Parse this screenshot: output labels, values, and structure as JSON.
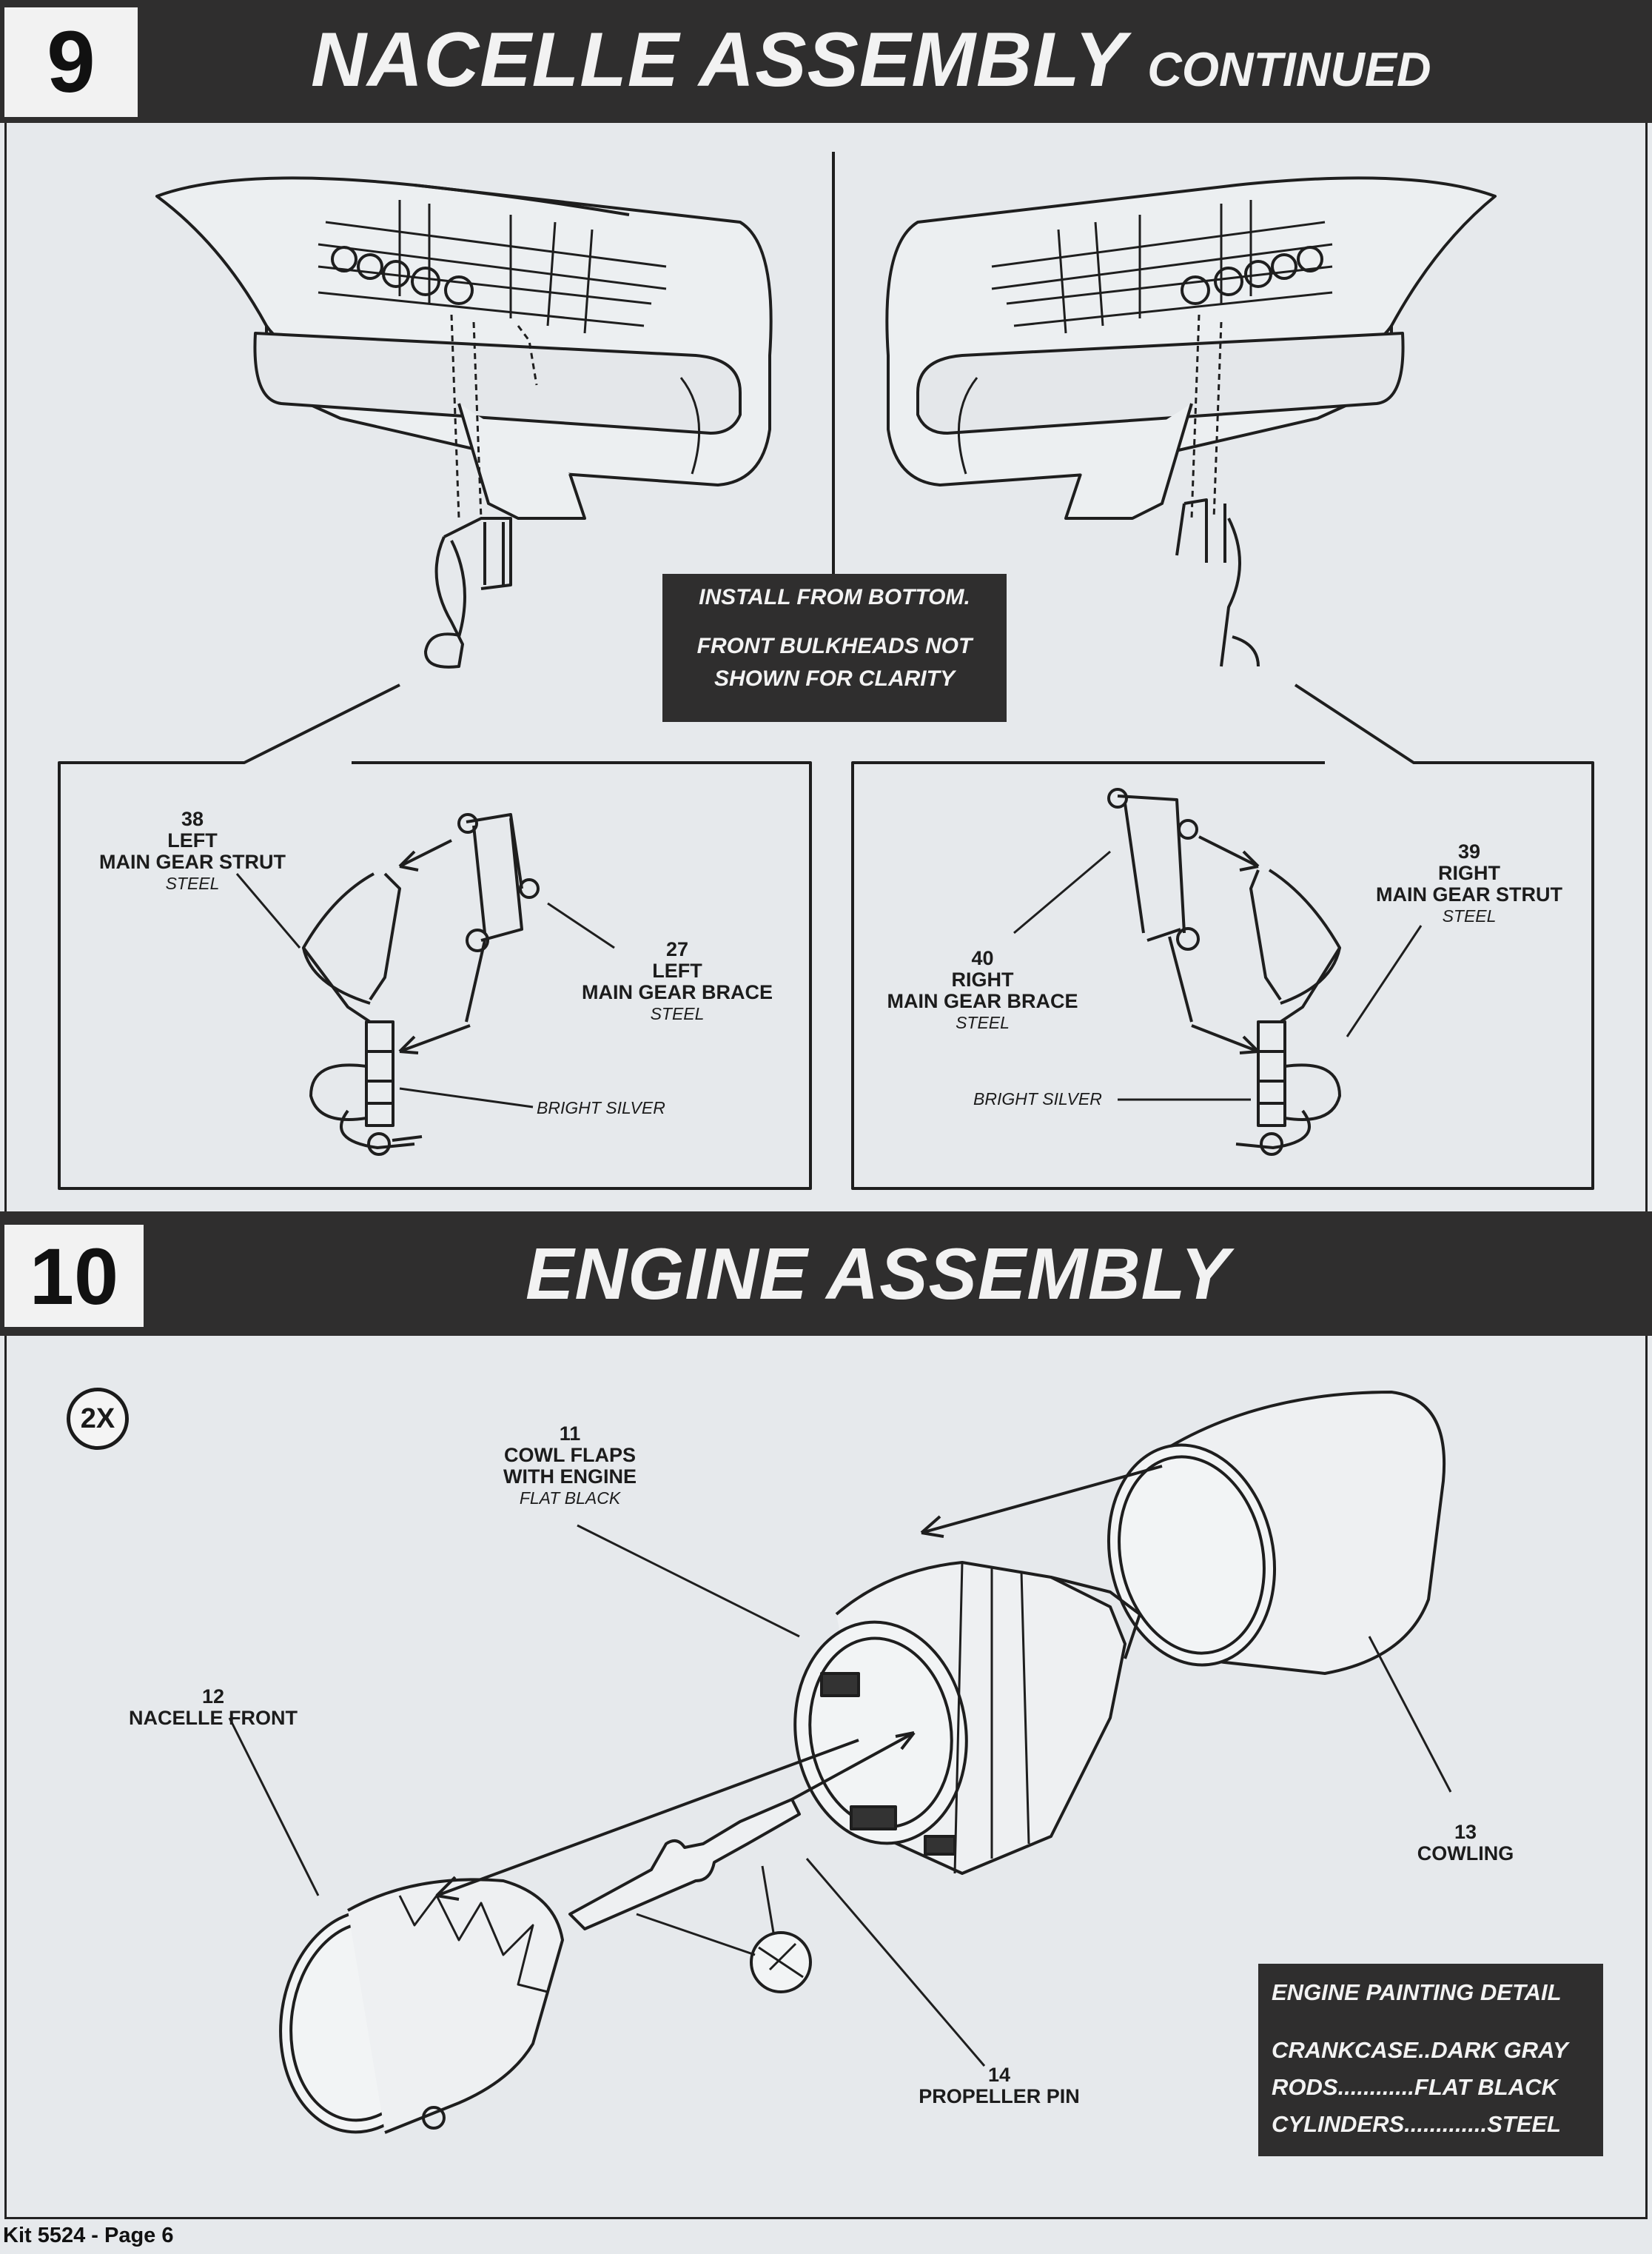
{
  "step9": {
    "number": "9",
    "title": "NACELLE ASSEMBLY",
    "title_suffix": "CONTINUED",
    "note_line1": "INSTALL FROM BOTTOM.",
    "note_line2": "FRONT BULKHEADS NOT",
    "note_line3": "SHOWN FOR CLARITY",
    "left_detail": {
      "strut_num": "38",
      "strut_line1": "LEFT",
      "strut_line2": "MAIN GEAR STRUT",
      "strut_paint": "STEEL",
      "brace_num": "27",
      "brace_line1": "LEFT",
      "brace_line2": "MAIN GEAR BRACE",
      "brace_paint": "STEEL",
      "silver": "BRIGHT SILVER"
    },
    "right_detail": {
      "strut_num": "39",
      "strut_line1": "RIGHT",
      "strut_line2": "MAIN GEAR STRUT",
      "strut_paint": "STEEL",
      "brace_num": "40",
      "brace_line1": "RIGHT",
      "brace_line2": "MAIN GEAR BRACE",
      "brace_paint": "STEEL",
      "silver": "BRIGHT SILVER"
    }
  },
  "step10": {
    "number": "10",
    "title": "ENGINE ASSEMBLY",
    "multiplier": "2X",
    "parts": {
      "cowl_num": "11",
      "cowl_line1": "COWL FLAPS",
      "cowl_line2": "WITH ENGINE",
      "cowl_paint": "FLAT BLACK",
      "nacelle_num": "12",
      "nacelle_name": "NACELLE FRONT",
      "cowling_num": "13",
      "cowling_name": "COWLING",
      "pin_num": "14",
      "pin_name": "PROPELLER PIN"
    },
    "painting_detail": {
      "title": "ENGINE PAINTING DETAIL",
      "line1": "CRANKCASE..DARK GRAY",
      "line2": "RODS............FLAT BLACK",
      "line3": "CYLINDERS.............STEEL"
    }
  },
  "footer": "Kit 5524 - Page 6"
}
